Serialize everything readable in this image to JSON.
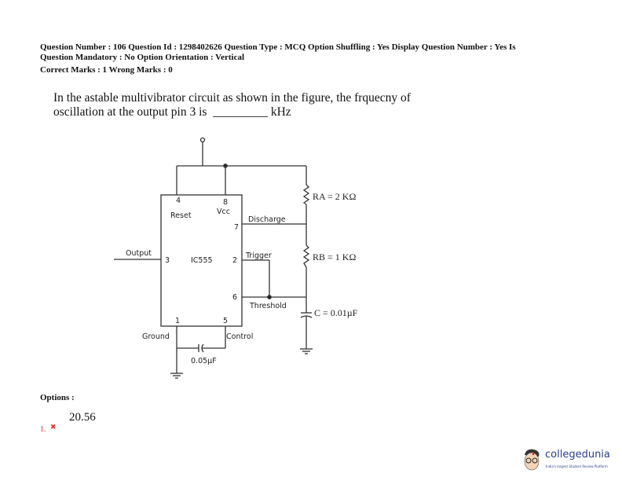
{
  "meta": {
    "line1": "Question Number : 106 Question Id : 1298402626 Question Type : MCQ Option Shuffling : Yes Display Question Number : Yes Is",
    "line2": "Question Mandatory : No Option Orientation : Vertical",
    "line3": "Correct Marks : 1 Wrong Marks : 0"
  },
  "question": {
    "line1": "In the astable multivibrator circuit as shown in the figure, the frquecny of",
    "line2": "oscillation at the output pin 3 is  _________ kHz"
  },
  "circuit": {
    "pin4": "4",
    "pin8": "8",
    "reset": "Reset",
    "vcc": "Vcc",
    "pin7": "7",
    "discharge": "Discharge",
    "output": "Output",
    "pin3": "3",
    "ic": "IC555",
    "pin2": "2",
    "trigger": "Trigger",
    "pin6": "6",
    "threshold": "Threshold",
    "pin1": "1",
    "pin5": "5",
    "ground": "Ground",
    "control": "Control",
    "cap_control": "0.05µF",
    "ra": "RA = 2 KΩ",
    "rb": "RB = 1 KΩ",
    "c": "C = 0.01µF"
  },
  "options": {
    "heading": "Options :",
    "items": [
      {
        "number": "1.",
        "value": "20.56",
        "mark": "✖"
      }
    ]
  },
  "logo": {
    "name": "collegedunia",
    "tagline": "India's largest Student Review Platform"
  }
}
